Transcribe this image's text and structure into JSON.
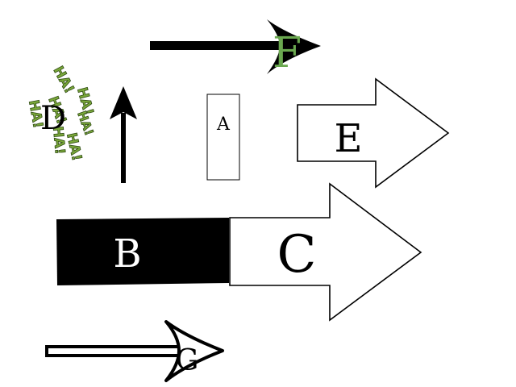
{
  "colors": {
    "ink": "#000000",
    "paper": "#ffffff",
    "sticker_green": "#7aa83a",
    "sticker_outline": "#2e4a12",
    "label_f": "#6aa84f"
  },
  "shapes": {
    "a": {
      "label": "A"
    },
    "b": {
      "label": "B"
    },
    "c": {
      "label": "C"
    },
    "d": {
      "label": "D"
    },
    "e": {
      "label": "E"
    },
    "f": {
      "label": "F"
    },
    "g": {
      "label": "G"
    }
  },
  "sticker": {
    "words": [
      "HA!",
      "HA!",
      "HA!",
      "HA!",
      "HA!",
      "HA!",
      "HA!"
    ]
  }
}
